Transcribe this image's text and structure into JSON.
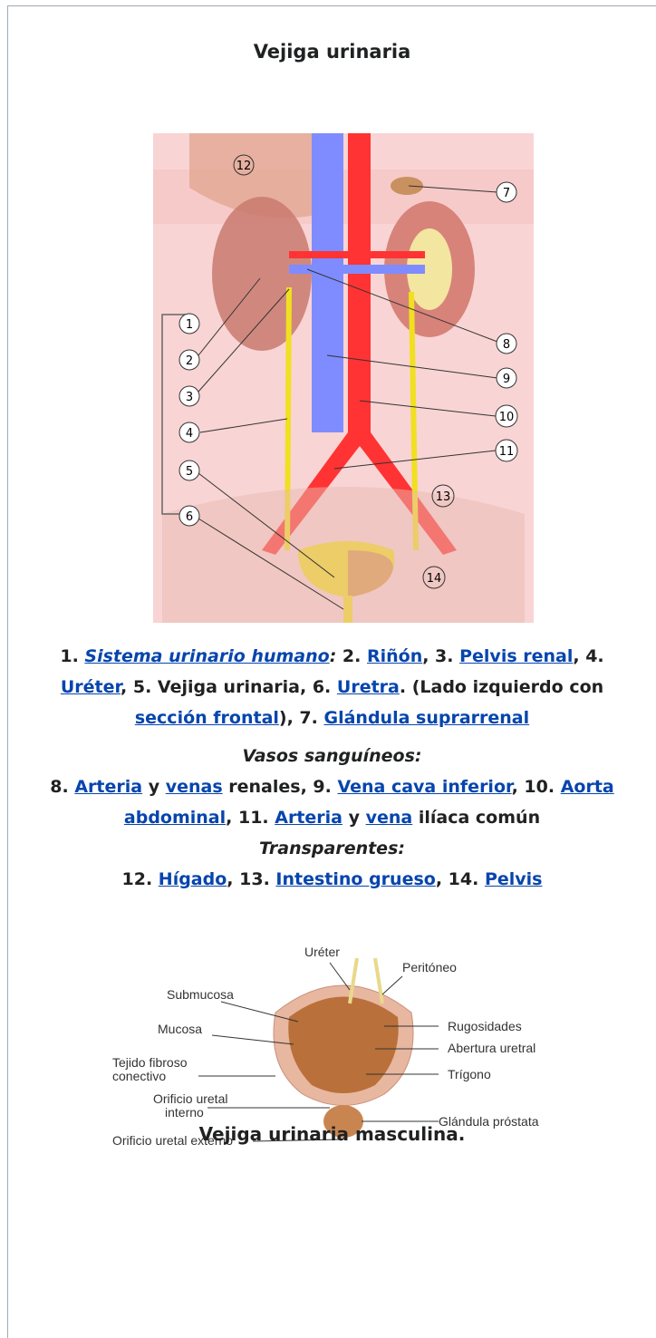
{
  "title": "Vejiga urinaria",
  "diagram1": {
    "numbers": [
      "12",
      "7",
      "1",
      "2",
      "3",
      "8",
      "9",
      "10",
      "4",
      "11",
      "5",
      "13",
      "6",
      "14"
    ]
  },
  "caption1": {
    "n1": "1. ",
    "sistema": "Sistema urinario humano",
    "colon": ":",
    "n2": " 2. ",
    "rinon": "Riñón",
    "n3": ", 3. ",
    "pelvis_renal": "Pelvis renal",
    "n4": ", 4.",
    "ureter": "Uréter",
    "n5": ", 5. Vejiga urinaria, 6. ",
    "uretra": "Uretra",
    "paren": ". (Lado izquierdo con",
    "seccion": "sección frontal",
    "n7": "), 7. ",
    "glandula": "Glándula suprarrenal"
  },
  "vasos": {
    "heading": "Vasos sanguíneos:",
    "n8": "8. ",
    "arteria": "Arteria",
    "y1": " y ",
    "venas": "venas",
    "renales": " renales, 9. ",
    "vena_cava": "Vena cava inferior",
    "n10": ", 10. ",
    "aorta": "Aorta",
    "abdominal": "abdominal",
    "n11": ", 11. ",
    "arteria2": "Arteria",
    "y2": " y ",
    "vena": "vena",
    "iliaca": " ilíaca común"
  },
  "transparentes": {
    "heading": "Transparentes:",
    "n12": "12. ",
    "higado": "Hígado",
    "n13": ", 13. ",
    "intestino": "Intestino grueso",
    "n14": ", 14. ",
    "pelvis": "Pelvis"
  },
  "diagram2": {
    "ureter": "Uréter",
    "peritoneo": "Peritóneo",
    "submucosa": "Submucosa",
    "mucosa": "Mucosa",
    "rugosidades": "Rugosidades",
    "abertura": "Abertura uretral",
    "tejido1": "Tejido fibroso",
    "tejido2": "conectivo",
    "trigono": "Trígono",
    "orif_int1": "Orificio uretal",
    "orif_int2": "interno",
    "prostata": "Glándula próstata",
    "orif_ext": "Orificio uretal externo"
  },
  "bottom_caption": "Vejiga urinaria masculina.",
  "colors": {
    "link": "#0645ad",
    "artery": "#ff3333",
    "vein": "#7f8cff",
    "ureter": "#f0e020"
  }
}
